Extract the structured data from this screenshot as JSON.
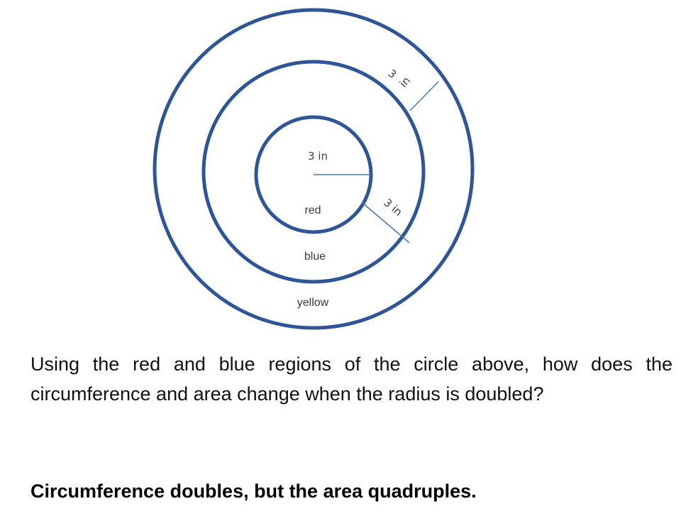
{
  "diagram": {
    "regions": {
      "inner": "red",
      "middle": "blue",
      "outer": "yellow"
    },
    "radius_labels": {
      "inner": "3 in",
      "middle": "3 in",
      "outer_top": "3",
      "outer_bottom": "in"
    },
    "colors": {
      "ring": "#2f5597",
      "radius_line": "#4a78b5"
    }
  },
  "text": {
    "question": "Using the red and blue regions of the circle above, how does the circumference and area change when the radius is doubled?",
    "answer": "Circumference doubles, but the area quadruples."
  }
}
